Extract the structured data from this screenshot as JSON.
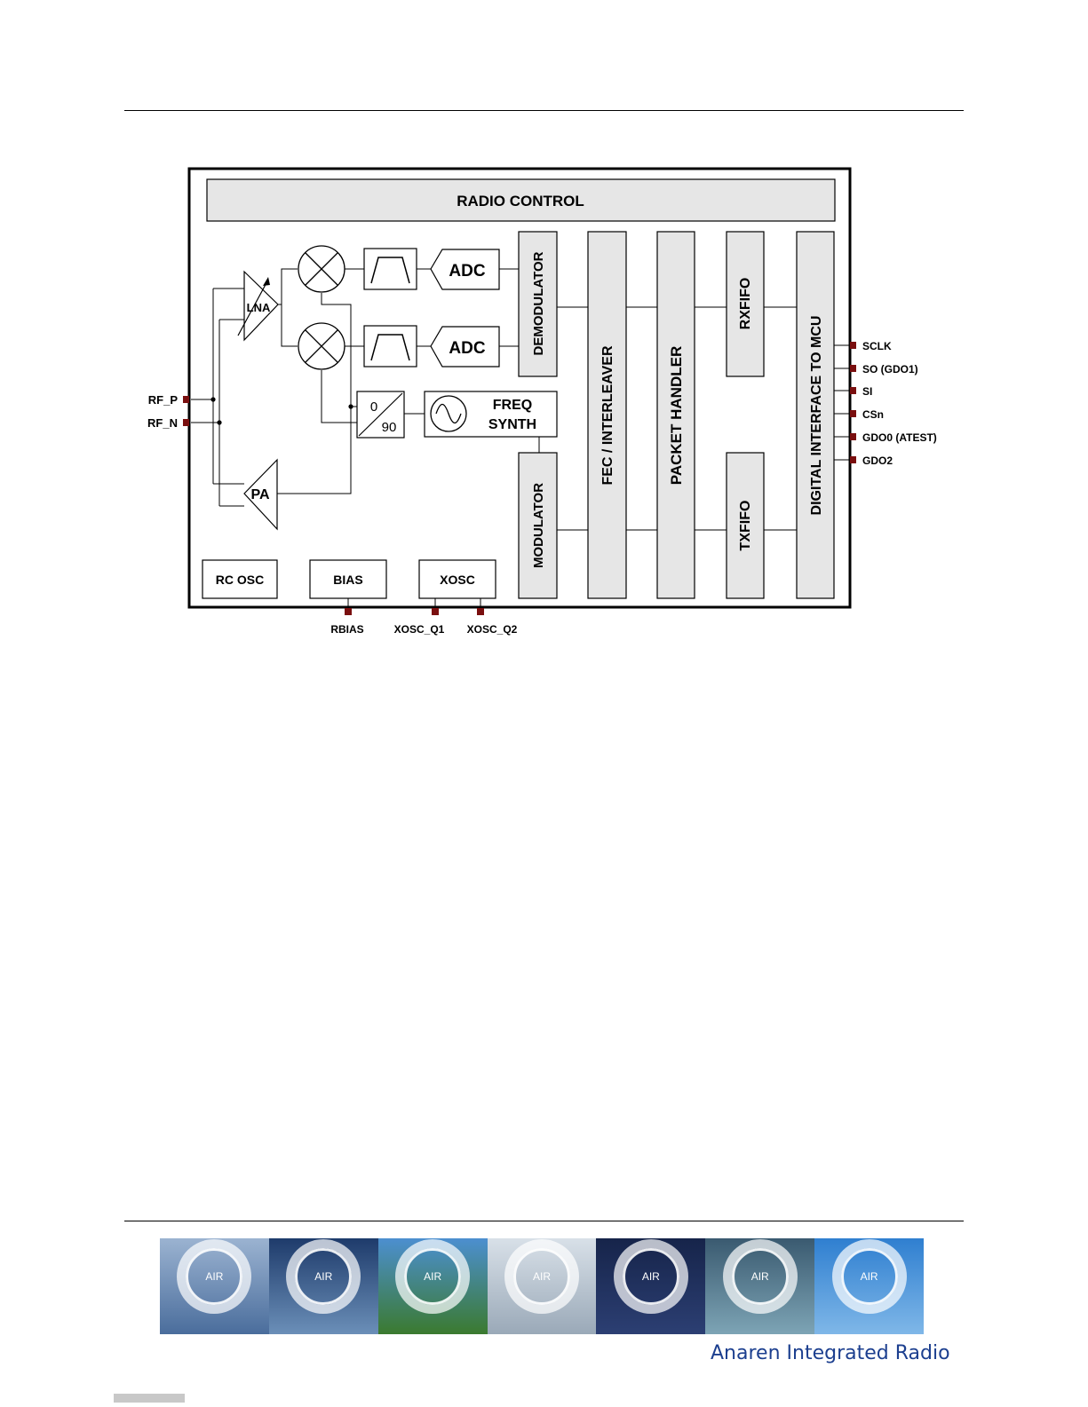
{
  "diagram": {
    "radio_control": "RADIO CONTROL",
    "lna": "LNA",
    "pa": "PA",
    "adc_1": "ADC",
    "adc_2": "ADC",
    "demodulator": "DEMODULATOR",
    "modulator": "MODULATOR",
    "fec": "FEC / INTERLEAVER",
    "packet_handler": "PACKET HANDLER",
    "rxfifo": "RXFIFO",
    "txfifo": "TXFIFO",
    "digital_interface": "DIGITAL INTERFACE TO MCU",
    "freq_synth_line1": "FREQ",
    "freq_synth_line2": "SYNTH",
    "phase_0": "0",
    "phase_90": "90",
    "rc_osc": "RC OSC",
    "bias": "BIAS",
    "xosc": "XOSC",
    "pins_left": [
      "RF_P",
      "RF_N"
    ],
    "pins_right": [
      "SCLK",
      "SO (GDO1)",
      "SI",
      "CSn",
      "GDO0 (ATEST)",
      "GDO2"
    ],
    "pins_bottom": [
      "RBIAS",
      "XOSC_Q1",
      "XOSC_Q2"
    ]
  },
  "footer": {
    "banner_label": "AIR",
    "brand": "Anaren Integrated Radio",
    "panel_colors": [
      "#6f8fb8",
      "#27456f",
      "#3c7f3a",
      "#b8c4d2",
      "#1c2c57",
      "#4e6f86",
      "#3f86c9"
    ]
  }
}
